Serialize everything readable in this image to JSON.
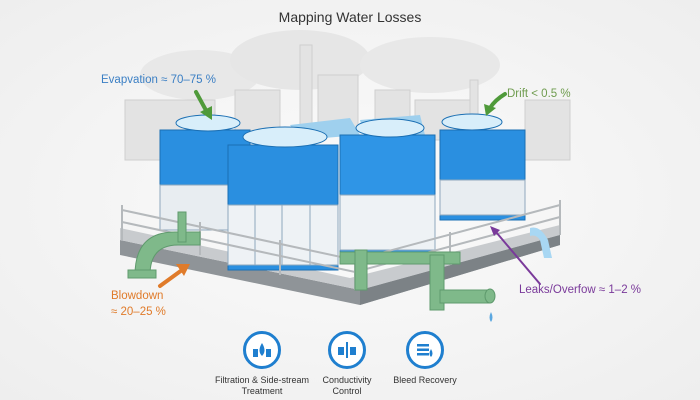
{
  "title": "Mapping Water Losses",
  "annotations": {
    "evaporation": "Evapvation ≈ 70–75 %",
    "drift": "Drift < 0.5 %",
    "blowdown_line1": "Blowdown",
    "blowdown_line2": "≈ 20–25 %",
    "leaks": "Leaks/Overfow ≈ 1–2 %"
  },
  "features": [
    {
      "icon": "filtration-icon",
      "line1": "Filtration & Side-stream",
      "line2": "Treatment"
    },
    {
      "icon": "conductivity-icon",
      "line1": "Conductivity",
      "line2": "Control"
    },
    {
      "icon": "bleed-recovery-icon",
      "line1": "Bleed Recovery",
      "line2": ""
    }
  ],
  "colors": {
    "evaporation": "#3b7fc4",
    "drift": "#6f9c4f",
    "blowdown": "#e07b2a",
    "leaks": "#7a3a9a",
    "tower": "#2a8fe0",
    "pipe": "#7fb98a",
    "accent": "#1f7fcf"
  }
}
